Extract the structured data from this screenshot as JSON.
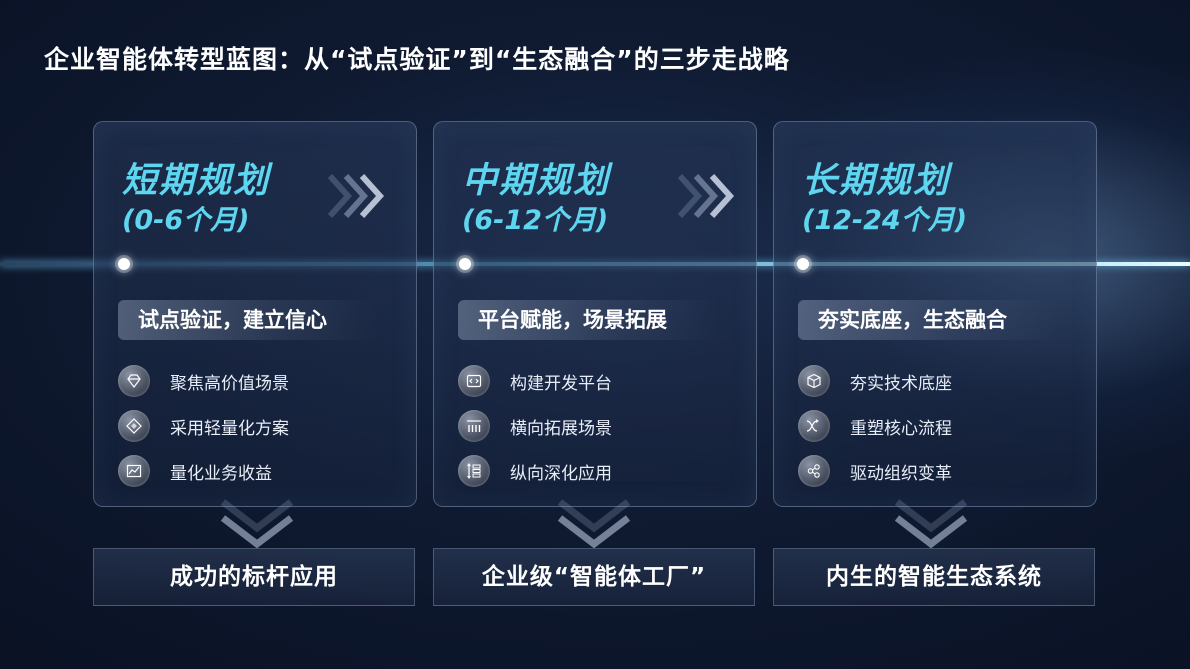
{
  "title": "企业智能体转型蓝图：从“试点验证”到“生态融合”的三步走战略",
  "phases": [
    {
      "name": "短期规划",
      "range": "(0-6个月)",
      "theme": "试点验证，建立信心",
      "items": [
        {
          "label": "聚焦高价值场景",
          "icon": "diamond-icon"
        },
        {
          "label": "采用轻量化方案",
          "icon": "layers-icon"
        },
        {
          "label": "量化业务收益",
          "icon": "chart-icon"
        }
      ],
      "outcome": "成功的标杆应用"
    },
    {
      "name": "中期规划",
      "range": "(6-12个月)",
      "theme": "平台赋能，场景拓展",
      "items": [
        {
          "label": "构建开发平台",
          "icon": "code-icon"
        },
        {
          "label": "横向拓展场景",
          "icon": "horizontal-expand-icon"
        },
        {
          "label": "纵向深化应用",
          "icon": "vertical-expand-icon"
        }
      ],
      "outcome": "企业级“智能体工厂”"
    },
    {
      "name": "长期规划",
      "range": "(12-24个月)",
      "theme": "夯实底座，生态融合",
      "items": [
        {
          "label": "夯实技术底座",
          "icon": "cube-icon"
        },
        {
          "label": "重塑核心流程",
          "icon": "flow-icon"
        },
        {
          "label": "驱动组织变革",
          "icon": "org-icon"
        }
      ],
      "outcome": "内生的智能生态系统"
    }
  ],
  "colors": {
    "accent": "#5fd6f0",
    "background": "#0f1a31"
  }
}
